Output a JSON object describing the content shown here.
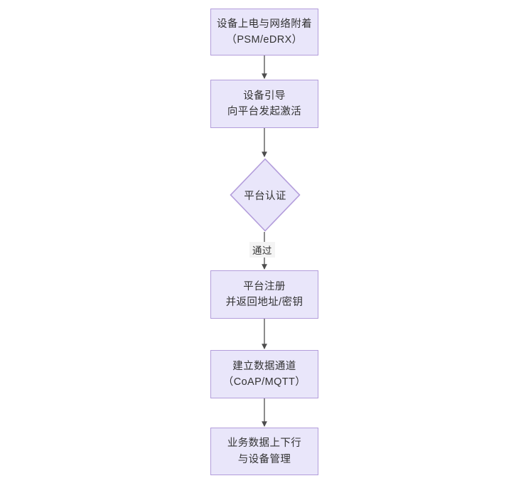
{
  "diagram": {
    "type": "flowchart",
    "orientation": "top-to-bottom",
    "background_color": "#ffffff",
    "node_fill_color": "#e9e6fa",
    "node_border_color": "#b39ddb",
    "text_color": "#333333",
    "connector_color": "#4d4d4d",
    "nodes": [
      {
        "id": "n1",
        "shape": "rectangle",
        "lines": [
          "设备上电与网络附着",
          "（PSM/eDRX）"
        ]
      },
      {
        "id": "n2",
        "shape": "rectangle",
        "lines": [
          "设备引导",
          "向平台发起激活"
        ]
      },
      {
        "id": "n3",
        "shape": "diamond",
        "lines": [
          "平台认证"
        ]
      },
      {
        "id": "n4",
        "shape": "rectangle",
        "lines": [
          "平台注册",
          "并返回地址/密钥"
        ]
      },
      {
        "id": "n5",
        "shape": "rectangle",
        "lines": [
          "建立数据通道",
          "（CoAP/MQTT）"
        ]
      },
      {
        "id": "n6",
        "shape": "rectangle",
        "lines": [
          "业务数据上下行",
          "与设备管理"
        ]
      }
    ],
    "edges": [
      {
        "from": "n1",
        "to": "n2",
        "label": ""
      },
      {
        "from": "n2",
        "to": "n3",
        "label": ""
      },
      {
        "from": "n3",
        "to": "n4",
        "label": "通过"
      },
      {
        "from": "n4",
        "to": "n5",
        "label": ""
      },
      {
        "from": "n5",
        "to": "n6",
        "label": ""
      }
    ]
  }
}
